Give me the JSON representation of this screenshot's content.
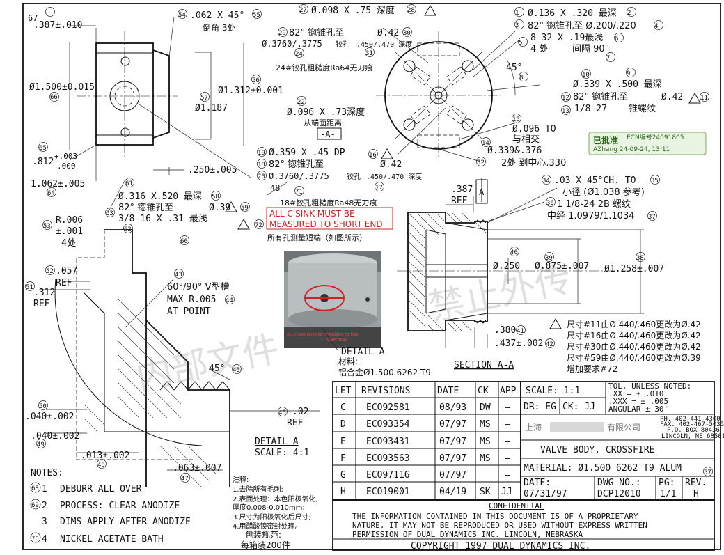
{
  "top_left": {
    "b67": "67",
    "len": ".387±.010",
    "b54": "54",
    "chamfer": ".062 X 45°",
    "b55": "55",
    "chamfer_cn": "倒角 3处",
    "b66": "66",
    "od": "Ø1.500±0.015",
    "b56": "56",
    "d_1312": "Ø1.312±0.001",
    "b57": "57",
    "d_1187": "Ø1.187",
    "b65": "65",
    "len812": ".812",
    "len812_tol_up": "+.003",
    "len812_tol_dn": ".000",
    "len1062": "1.062±.005",
    "b64": "64",
    "b61": "61",
    "len250": ".250±.005",
    "port316": "Ø.316 X.520 最深",
    "b58": "58",
    "cs82": "82°  锪锥孔至",
    "cs39": "Ø.39",
    "b59": "59",
    "thread316": "3/8-16 X .31 最浅",
    "b62": "62",
    "b63": "63"
  },
  "top_center": {
    "b27": "27",
    "hole098": "Ø.098 X .75 深度",
    "b28": "28",
    "b29": "29",
    "cs82": "82°  锪锥孔至",
    "cs42": "Ø.42",
    "b30": "30",
    "ream3760": "Ø.3760/.3775",
    "ream_cn": "铰孔",
    "ream_depth": ".450/.470 深度",
    "b31": "31",
    "b24": "24",
    "finish24": "24#铰孔粗糙度Ra64无刀痕",
    "b22": "22",
    "hole096": "Ø.096 X .73深度",
    "from_end": "从端面距离",
    "datum_a": "-A-",
    "b19": "19",
    "port359": "Ø.359 X .45 DP",
    "b18": "18",
    "cs82b": "82°  锪锥孔至",
    "b20": "20",
    "ream3760b": "Ø.3760/.3775",
    "ream_cn_b": "铰孔",
    "ream_depth_b": ".450/.470 深度",
    "b16": "16",
    "cs42b": "Ø.42",
    "b17": "17",
    "mark48": "48",
    "b71": "71",
    "finish18": "18#铰孔粗糙度Ra48无刀痕",
    "note_red_1": "ALL C'SINK MUST BE",
    "note_red_2": "MEASURED TO SHORT END",
    "note_red_cn": "所有孔测量短端（如图所示）",
    "b72": "72",
    "photo_label_1": "ALL C'SINK MUST BE MEASURED TO THIS",
    "photo_label_2": "DIRECTION"
  },
  "top_right": {
    "b1": "1",
    "hole136": "Ø.136 X .320 最深",
    "b2": "2",
    "b3": "3",
    "cs200": "82° 锪锥孔至 Ø.200/.220",
    "b4": "4",
    "b5": "5",
    "thread832": "8-32 X .19最浅",
    "b6": "6",
    "four_places": "4 处",
    "spacing": "间隔 90°",
    "b7": "7",
    "angle45": "45°",
    "b8": "8",
    "b10": "10",
    "b9": "9",
    "hole339": "Ø.339 X .500 最深",
    "b12": "12",
    "cs82": "82°  锪锥孔至",
    "cs42": "Ø.42",
    "b11": "11",
    "b13": "13",
    "thread127": "1/8-27",
    "taper": "锥螺纹",
    "b15": "15",
    "hole096": "Ø.096 TO",
    "intersect": "与相交",
    "b14": "14",
    "hole339b": "Ø.339&.376",
    "b32": "32",
    "to_center": "2处 到中心.330",
    "approved": "已批准",
    "ecn": "ECN编号24091805",
    "approver": "AZhang 24-09-24, 13:11"
  },
  "section": {
    "b34": "34",
    "chamfer03": ".03 X 45°CH. TO",
    "b35": "35",
    "minor_dia": "小径 (Ø1.038 参考)",
    "b36": "36",
    "thread1124": "1 1/8-24 2B 螺纹",
    "pitch_dia": "中经 1.0979/1.1034",
    "b37": "37",
    "ref387": ".387",
    "ref_word": "REF",
    "cut_a": "A",
    "b40": "40",
    "d250": "Ø.250",
    "b39": "39",
    "d875": "Ø.875±.007",
    "b38": "38",
    "d1258": "Ø1.258±.007",
    "d380": ".380",
    "b41": "41",
    "d437": ".437±.002",
    "b42": "42",
    "title": "SECTION A-A",
    "change_1": "尺寸#11由Ø.440/.460更改为Ø.42",
    "change_2": "尺寸#16由Ø.440/.460更改为Ø.42",
    "change_3": "尺寸#30由Ø.440/.460更改为Ø.42",
    "change_4": "尺寸#59由Ø.440/.460更改为Ø.39",
    "change_5": "增加要求#72"
  },
  "detail": {
    "b53": "53",
    "r006": "R.006",
    "r006_tol": "±.001",
    "r006_places": "4处",
    "b60": "60",
    "b52": "52",
    "d057": ".057",
    "ref1": "REF",
    "b51": "51",
    "d312": ".312",
    "ref2": "REF",
    "b43": "43",
    "groove": "60°/90° V型槽",
    "max_r": "MAX R.005",
    "b44": "44",
    "at_point": "AT POINT",
    "angle45": "45°",
    "b45": "45",
    "b50": "50",
    "d040a": ".040±.002",
    "d040b": ".040±.002",
    "b49": "49",
    "d013": ".013±.002",
    "b48": "48",
    "d063": ".063±.007",
    "b47": "47",
    "b46": "46",
    "d02": ".02",
    "ref3": "REF",
    "title": "DETAIL A",
    "scale": "SCALE: 4:1",
    "detail_a_label": "DETAIL A",
    "material_cn": "材料:",
    "material_cn_val": "铝合金Ø1.500 6262 T9"
  },
  "notes": {
    "heading": "NOTES:",
    "n1_bubble": "68",
    "n1_num": "1",
    "n1": "DEBURR ALL OVER",
    "n2_bubble": "69",
    "n2_num": "2",
    "n2": "PROCESS: CLEAR ANODIZE",
    "n3_num": "3",
    "n3": "DIMS APPLY AFTER ANODIZE",
    "n4_bubble": "70",
    "n4_num": "4",
    "n4": "NICKEL ACETATE BATH",
    "cn_heading": "注释:",
    "cn1": "1.去除所有毛刺;",
    "cn2": "2.表面处理：本色阳极氧化,",
    "cn2b": "厚度0.008-0.010mm;",
    "cn3": "3.尺寸为阳极氧化后尺寸;",
    "cn4": "4.用醋酸镍密封处理。",
    "pack": "包装规范:",
    "pack2": "每箱装200件"
  },
  "revisions": {
    "headers": [
      "LET",
      "REVISIONS",
      "DATE",
      "CK",
      "APP"
    ],
    "rows": [
      [
        "C",
        "ECO92581",
        "08/93",
        "DW",
        "—"
      ],
      [
        "D",
        "ECO93354",
        "07/97",
        "MS",
        "—"
      ],
      [
        "E",
        "ECO93431",
        "07/97",
        "MS",
        "—"
      ],
      [
        "F",
        "ECO93563",
        "07/97",
        "MS",
        "—"
      ],
      [
        "G",
        "ECO97116",
        "07/97",
        "",
        "—"
      ],
      [
        "H",
        "ECO19001",
        "04/19",
        "SK",
        "JJ"
      ]
    ]
  },
  "title_block": {
    "scale": "SCALE:  1:1",
    "tol_head": "TOL. UNLESS NOTED:",
    "tol_xx": ".XX = ± .010",
    "tol_xxx": ".XXX = ± .005",
    "tol_ang": "ANGULAR ± 30'",
    "dr": "DR: EG",
    "ck": "CK: JJ",
    "company_cn": "上海",
    "company_cn2": "有限公司",
    "ph": "PH. 402-441-4300",
    "fax": "FAX. 402-467-5035",
    "box": "P.O. BOX 80436",
    "city": "LINCOLN, NE 68501",
    "part": "VALVE BODY, CROSSFIRE",
    "material": "MATERIAL: Ø1.500 6262 T9 ALUM",
    "b57": "57",
    "date_label": "DATE:",
    "date": "07/31/97",
    "dwg_label": "DWG NO.:",
    "dwg": "DCP12010",
    "pg_label": "PG:",
    "pg": "1/1",
    "rev_label": "REV.",
    "rev": "H",
    "confidential": "CONFIDENTIAL",
    "conf1": "THE INFORMATION CONTAINED IN THIS DOCUMENT IS OF A PROPRIETARY",
    "conf2": "NATURE. IT MAY NOT BE REPRODUCED OR USED WITHOUT EXPRESS WRITTEN",
    "conf3": "PERMISSION OF DUAL DYNAMICS INC.  LINCOLN, NEBRASKA",
    "copyright": "COPYRIGHT   1997   DUAL DYNAMICS INC."
  },
  "watermark": {
    "w1": "内部文件",
    "w2": "禁止外传"
  }
}
